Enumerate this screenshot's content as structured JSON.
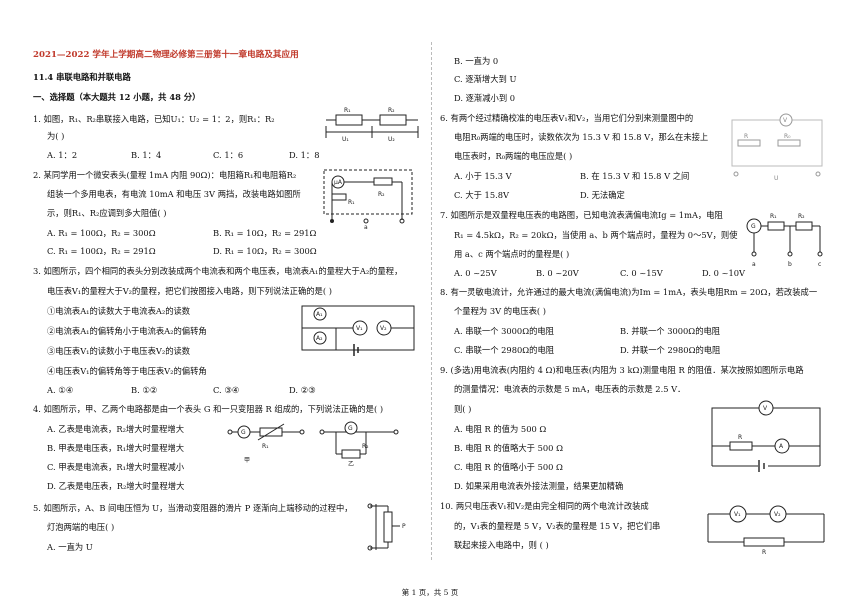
{
  "header": {
    "title": "2021—2022 学年上学期高二物理必修第三册第十一章电路及其应用",
    "section": "11.4 串联电路和并联电路",
    "part": "一、选择题（本大题共 12 小题，共 48 分）"
  },
  "left": {
    "q1": {
      "l1": "1.   如图，R₁、R₂串联接入电路，已知U₁：U₂ = 1：2，则R₁：R₂",
      "l2": "为(    )",
      "opts": [
        "A. 1：2",
        "B. 1：4",
        "C. 1：6",
        "D. 1：8"
      ]
    },
    "q2": {
      "l1": "2.   某同学用一个微安表头(量程 1mA 内阻 90Ω)：电阻箱R₁和电阻箱R₂",
      "l2": "组装一个多用电表，有电流 10mA 和电压 3V 两挡，改装电路如图所",
      "l3": "示，则R₁、R₂应调到多大阻值(    )",
      "opts": [
        "A.  R₁ = 100Ω，R₂ = 300Ω",
        "B.  R₁ = 10Ω，R₂ = 291Ω",
        "C.  R₁ = 100Ω，R₂ = 291Ω",
        "D.  R₁ = 10Ω，R₂ = 300Ω"
      ]
    },
    "q3": {
      "l1": "3.   如图所示，四个相同的表头分别改装成两个电流表和两个电压表，电流表A₁的量程大于A₂的量程，",
      "l2": "电压表V₁的量程大于V₂的量程，把它们按图接入电路，则下列说法正确的是(      )",
      "items": [
        "①电流表A₁的读数大于电流表A₂的读数",
        "②电流表A₁的偏转角小于电流表A₂的偏转角",
        "③电压表V₁的读数小于电压表V₂的读数",
        "④电压表V₁的偏转角等于电压表V₂的偏转角"
      ],
      "opts": [
        "A. ①④",
        "B. ①②",
        "C. ③④",
        "D. ②③"
      ]
    },
    "q4": {
      "l1": "4.   如图所示，甲、乙两个电路都是由一个表头 G 和一只变阻器 R 组成的，下列说法正确的是(    )",
      "opts": [
        "A.  乙表是电流表，R₂增大时量程增大",
        "B.  甲表是电压表，R₁增大时量程增大",
        "C.  甲表是电流表，R₁增大时量程减小",
        "D.  乙表是电压表，R₂增大时量程增大"
      ],
      "lab_a": "甲",
      "lab_b": "乙"
    },
    "q5": {
      "l1": "5.   如图所示，A、B 间电压恒为 U，当滑动变阻器的滑片 P 逐渐向上端移动的过程中，",
      "l2": "灯泡两端的电压(    )",
      "optA": "A.  一直为 U"
    }
  },
  "right": {
    "q5rest": [
      "B.  一直为 0",
      "C.  逐渐增大到 U",
      "D.  逐渐减小到 0"
    ],
    "q6": {
      "l1": "6.   有两个经过精确校准的电压表V₁和V₂，当用它们分别来测量图中的",
      "l2": "电阻R₀两端的电压时，读数依次为 15.3 V 和 15.8 V，那么在未接上",
      "l3": "电压表时，R₀两端的电压应是(    )",
      "opts": [
        "A.  小于 15.3 V",
        "B.  在 15.3 V 和 15.8 V 之间",
        "C.  大于 15.8V",
        "D.  无法确定"
      ]
    },
    "q7": {
      "l1": "7.   如图所示是双量程电压表的电路图，已知电流表满偏电流Ig = 1mA，电阻",
      "l2": "R₁ = 4.5kΩ，R₂ = 20kΩ，当使用 a、b 两个端点时，量程为 0～5V，则使",
      "l3": "用 a、c 两个端点时的量程是(    )",
      "opts": [
        "A. 0 ~25V",
        "B. 0 ~20V",
        "C. 0 ~15V",
        "D. 0 ~10V"
      ]
    },
    "q8": {
      "l1": "8.   有一灵敏电流计，允许通过的最大电流(满偏电流)为Im = 1mA，表头电阻Rm = 20Ω，若改装成一",
      "l2": "个量程为 3V 的电压表(    )",
      "opts": [
        "A.  串联一个 3000Ω的电阻",
        "B.  并联一个 3000Ω的电阻",
        "C.  串联一个 2980Ω的电阻",
        "D.  并联一个 2980Ω的电阻"
      ]
    },
    "q9": {
      "l1": "9.   (多选)用电流表(内阻约 4 Ω)和电压表(内阻为 3 kΩ)测量电阻 R 的阻值．某次按照如图所示电路",
      "l2": "的测量情况：电流表的示数是 5 mA，电压表的示数是 2.5 V．",
      "l3": "则(     )",
      "opts": [
        "A.  电阻 R 的值为 500 Ω",
        "B.  电阻 R 的值略大于 500 Ω",
        "C.  电阻 R 的值略小于 500 Ω",
        "D.  如果采用电流表外接法测量，结果更加精确"
      ]
    },
    "q10": {
      "l1": "10.  两只电压表V₁和V₂是由完全相同的两个电流计改装成",
      "l2": "的，V₁表的量程是 5 V，V₂表的量程是 15 V，把它们串",
      "l3": "联起来接入电路中，则 (    )"
    }
  },
  "footer": "第 1 页，共 5 页"
}
